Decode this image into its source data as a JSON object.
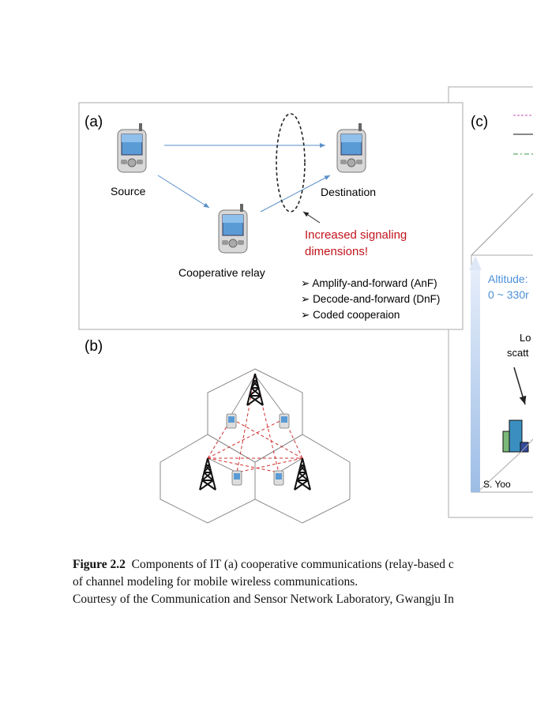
{
  "figure": {
    "panel_a": {
      "label": "(a)",
      "source": "Source",
      "destination": "Destination",
      "relay": "Cooperative relay",
      "annotation_line1": "Increased signaling",
      "annotation_line2": "dimensions!",
      "bullets": [
        "Amplify-and-forward (AnF)",
        "Decode-and-forward (DnF)",
        "Coded cooperaion"
      ],
      "annotation_color": "#c0141c"
    },
    "panel_b": {
      "label": "(b)"
    },
    "panel_c": {
      "label": "(c)",
      "altitude_line1": "Altitude:",
      "altitude_line2": "0 ~ 330r",
      "scatter_line1": "Lo",
      "scatter_line2": "scatt",
      "credit": "S. Yoo",
      "altitude_color": "#4a8fd8"
    }
  },
  "caption": {
    "figure_number": "Figure 2.2",
    "line1": "Components of IT (a) cooperative communications (relay-based c",
    "line2": "of channel modeling for mobile wireless communications.",
    "line3": "Courtesy of the Communication and Sensor Network Laboratory, Gwangju In"
  }
}
